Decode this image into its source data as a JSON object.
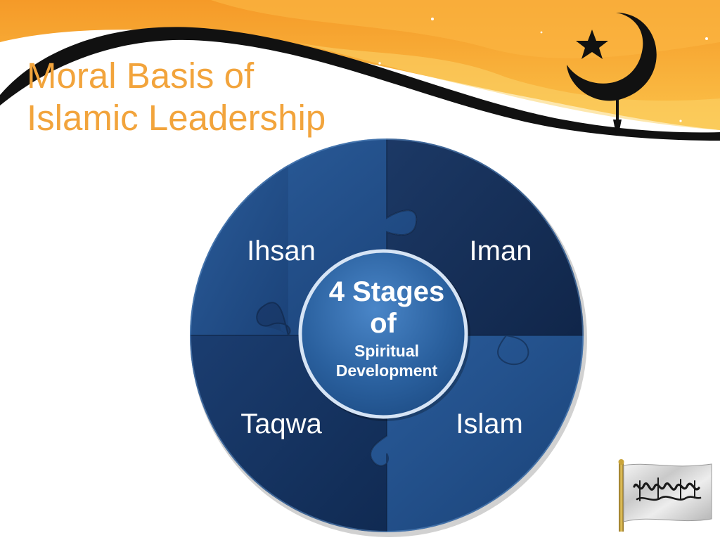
{
  "slide": {
    "title_line1": "Moral Basis of",
    "title_line2": "Islamic Leadership"
  },
  "diagram": {
    "pieces": [
      {
        "id": "top-left",
        "label": "Ihsan"
      },
      {
        "id": "top-right",
        "label": "Iman"
      },
      {
        "id": "bottom-left",
        "label": "Taqwa"
      },
      {
        "id": "bottom-right",
        "label": "Islam"
      }
    ],
    "center": {
      "line1": "4 Stages",
      "line2": "of",
      "line3": "Spiritual",
      "line4": "Development"
    }
  },
  "colors": {
    "title": "#f2a43c",
    "banner_orange": "#f6a533",
    "banner_black": "#111111",
    "piece_dark": "#142c54",
    "piece_mid": "#1d4a86"
  },
  "icons": [
    "crescent-star-icon",
    "flag-icon"
  ]
}
